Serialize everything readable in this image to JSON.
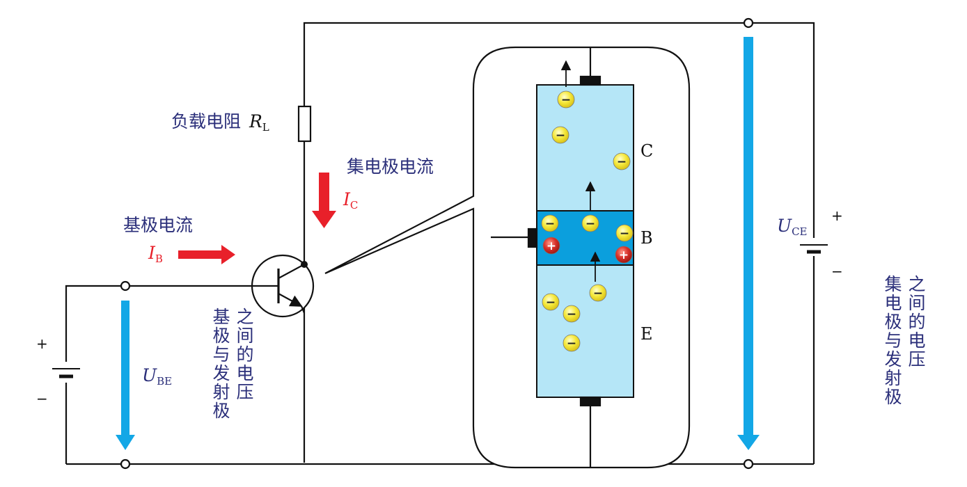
{
  "labels": {
    "load_resistor": "负载电阻",
    "load_resistor_sym": "R",
    "load_resistor_sub": "L",
    "collector_current": "集电极电流",
    "ic_sym": "I",
    "ic_sub": "C",
    "base_current": "基极电流",
    "ib_sym": "I",
    "ib_sub": "B",
    "ube_sym": "U",
    "ube_sub": "BE",
    "uce_sym": "U",
    "uce_sub": "CE",
    "be_voltage_col1": "之间的电压",
    "be_voltage_col2": "基极与发射极",
    "ce_voltage_col1": "之间的电压",
    "ce_voltage_col2": "集电极与发射极",
    "region_c": "C",
    "region_b": "B",
    "region_e": "E",
    "plus": "+",
    "minus": "−"
  },
  "colors": {
    "wire": "#111111",
    "arrow_current": "#e8202a",
    "arrow_voltage": "#13a7e6",
    "region_light": "#b5e6f7",
    "region_base": "#0b9fdd",
    "electron": "#f5e83a",
    "hole": "#d8302a",
    "label_blue": "#2b2f7a"
  },
  "charges": {
    "electron_symbol": "−",
    "hole_symbol": "+"
  }
}
